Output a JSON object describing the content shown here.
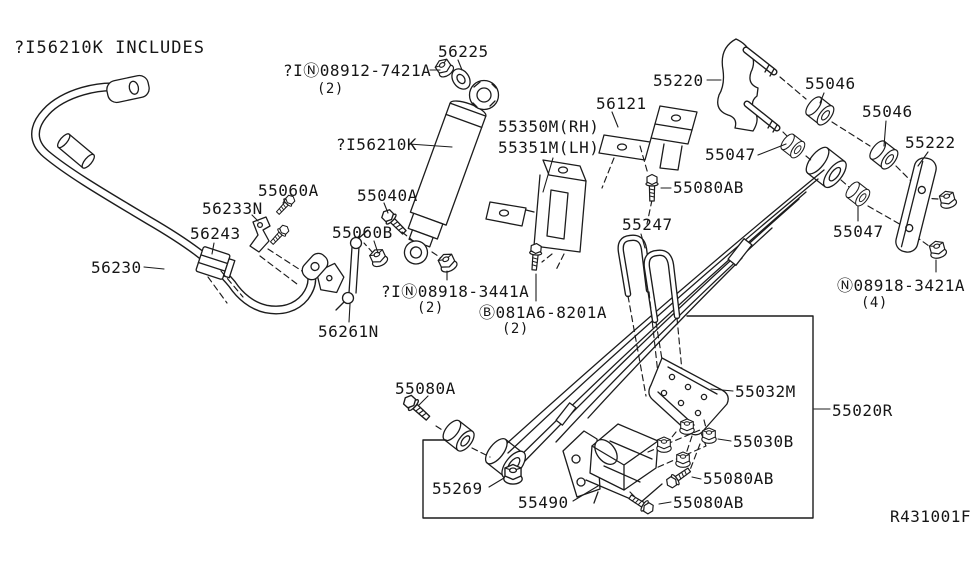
{
  "drawing": {
    "ref_code": "R431001F",
    "note": "?I56210K INCLUDES",
    "line_color": "#1c1c1c",
    "background": "#ffffff"
  },
  "labels": {
    "includes_note": "?I56210K INCLUDES",
    "nut_08912": "?IⓃ08912-7421A",
    "nut_08912_qty": "(2)",
    "washer_56225": "56225",
    "shock_56210k": "?I56210K",
    "bracket_55350m": "55350M(RH)",
    "bracket_55351m": "55351M(LH)",
    "bracket_56121": "56121",
    "bolt_55080ab_1": "55080AB",
    "ubolt_55247": "55247",
    "bracket_55220": "55220",
    "bushing_55046_1": "55046",
    "bushing_55046_2": "55046",
    "bushing_55047_1": "55047",
    "bushing_55047_2": "55047",
    "shackle_55222": "55222",
    "nut_08918_3421a": "Ⓝ08918-3421A",
    "nut_08918_3421a_qty": "(4)",
    "stabilizer_56230": "56230",
    "bushing_56243": "56243",
    "clamp_56233n": "56233N",
    "bolt_55060a": "55060A",
    "bolt_55040a": "55040A",
    "nut_55060b": "55060B",
    "link_56261n": "56261N",
    "nut_08918_3441a": "?IⓃ08918-3441A",
    "nut_08918_3441a_qty": "(2)",
    "bolt_081a6": "Ⓑ081A6-8201A",
    "bolt_081a6_qty": "(2)",
    "bolt_55080a": "55080A",
    "nut_55269": "55269",
    "bumper_55490": "55490",
    "plate_55032m": "55032M",
    "spring_55020r": "55020R",
    "nut_55030b": "55030B",
    "bolt_55080ab_2": "55080AB",
    "bolt_55080ab_3": "55080AB",
    "ref_code": "R431001F"
  }
}
